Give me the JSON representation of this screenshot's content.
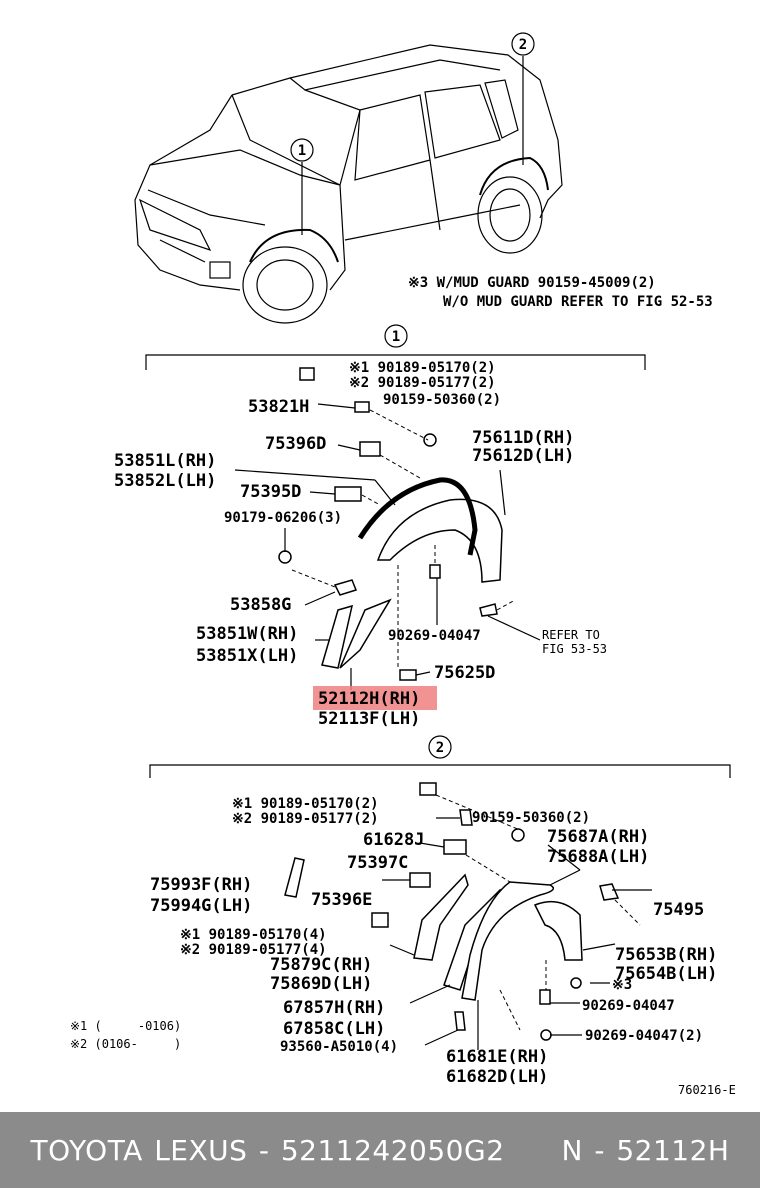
{
  "labels": {
    "callout_1": "1",
    "callout_2": "2",
    "callout_1b": "1",
    "callout_2b": "2",
    "note_mudguard_a": "※3   W/MUD GUARD  90159-45009(2)",
    "note_mudguard_b": "W/O MUD GUARD REFER  TO  FIG  52-53",
    "s1_a": "※1 90189-05170(2)",
    "s1_b": "※2 90189-05177(2)",
    "s1_c": "90159-50360(2)",
    "s1_d": "53821H",
    "s1_e": "75396D",
    "s1_f": "75611D(RH)",
    "s1_g": "75612D(LH)",
    "s1_h": "53851L(RH)",
    "s1_i": "53852L(LH)",
    "s1_j": "75395D",
    "s1_k": "90179-06206(3)",
    "s1_l": "53858G",
    "s1_m": "53851W(RH)",
    "s1_n": "53851X(LH)",
    "s1_o": "90269-04047",
    "s1_p": "REFER TO",
    "s1_q": "FIG 53-53",
    "s1_r": "75625D",
    "s1_highlight": "52112H(RH)",
    "s1_s": "52113F(LH)",
    "s2_a": "※1 90189-05170(2)",
    "s2_b": "※2 90189-05177(2)",
    "s2_c": "90159-50360(2)",
    "s2_d": "61628J",
    "s2_e": "75687A(RH)",
    "s2_f": "75688A(LH)",
    "s2_g": "75397C",
    "s2_h": "75993F(RH)",
    "s2_i": "75994G(LH)",
    "s2_j": "75396E",
    "s2_k": "75495",
    "s2_l": "※1 90189-05170(4)",
    "s2_m": "※2 90189-05177(4)",
    "s2_n": "75879C(RH)",
    "s2_o": "75869D(LH)",
    "s2_p": "75653B(RH)",
    "s2_q": "75654B(LH)",
    "s2_r": "※3",
    "s2_s": "67857H(RH)",
    "s2_t": "67858C(LH)",
    "s2_u": "90269-04047",
    "s2_v": "90269-04047(2)",
    "s2_w": "93560-A5010(4)",
    "s2_x": "61681E(RH)",
    "s2_y": "61682D(LH)",
    "legend_1": "※1 (     -0106)",
    "legend_2": "※2 (0106-     )",
    "fig_code": "760216-E"
  },
  "colors": {
    "highlight": "#f08080",
    "footer_bg": "#8b8b8b"
  },
  "footer": {
    "text": "TOYOTA LEXUS - 5211242050G2     N - 52112H"
  }
}
